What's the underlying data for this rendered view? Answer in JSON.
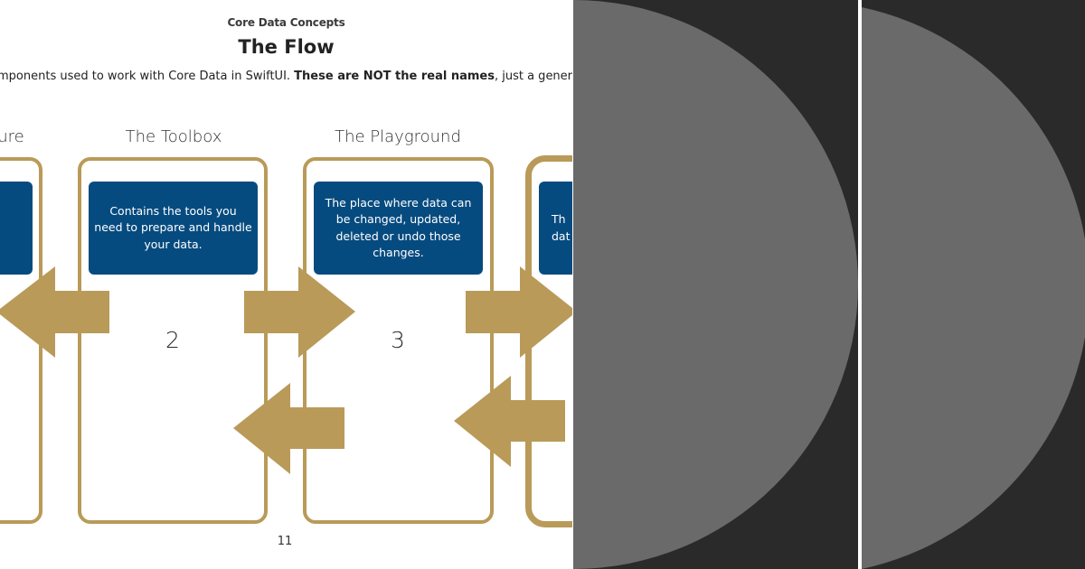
{
  "slide": {
    "kicker": "Core Data Concepts",
    "title": "The Flow",
    "intro_before": "mponents used to work with Core Data in SwiftUI. ",
    "intro_bold": "These are NOT the real names",
    "intro_after": ", just a general overv",
    "page_number": "11"
  },
  "columns": [
    {
      "title": "ure",
      "card_text": "",
      "step": ""
    },
    {
      "title": "The Toolbox",
      "card_text": "Contains the tools you need to prepare and handle your data.",
      "step": "2"
    },
    {
      "title": "The Playground",
      "card_text": "The place where data can be changed, updated, deleted or undo those changes.",
      "step": "3"
    },
    {
      "title": "",
      "card_text": "Th dat",
      "step": ""
    }
  ],
  "colors": {
    "navy": "#064b7f",
    "gold": "#b99a58",
    "dark": "#2a2a2a",
    "gray_circle": "#6a6a6a"
  }
}
